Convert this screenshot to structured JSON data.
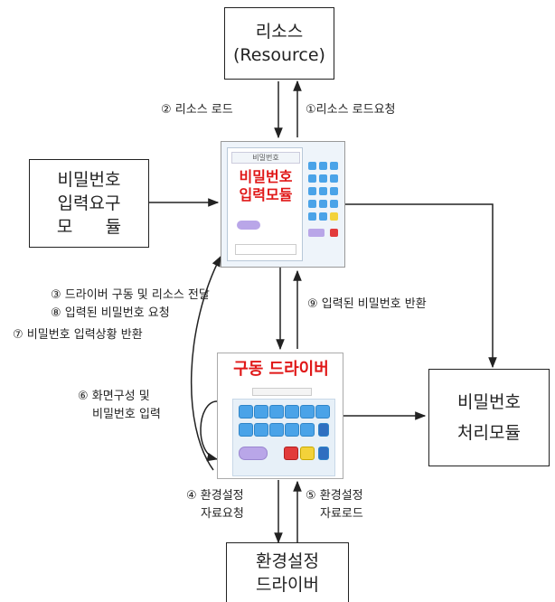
{
  "boxes": {
    "resource": {
      "line1": "리소스",
      "line2": "(Resource)"
    },
    "request_module": {
      "line1": "비밀번호",
      "line2": "입력요구",
      "line3": "모      듈"
    },
    "processing_module": {
      "line1": "비밀번호",
      "line2": "처리모듈"
    },
    "config_driver": {
      "line1": "환경설정",
      "line2": "드라이버"
    }
  },
  "module_screen": {
    "sub_title": "비밀번호",
    "title_line1": "비밀번호",
    "title_line2": "입력모듈"
  },
  "driver_screen": {
    "title": "구동 드라이버"
  },
  "labels": {
    "step1": "①리소스 로드요청",
    "step2": "② 리소스  로드",
    "step3": "③ 드라이버 구동 및 리소스 전달",
    "step4_line1": "④ 환경설정",
    "step4_line2": "자료요청",
    "step5_line1": "⑤ 환경설정",
    "step5_line2": "자료로드",
    "step6_line1": "⑥ 화면구성 및",
    "step6_line2": "비밀번호 입력",
    "step7": "⑦ 비밀번호 입력상황 반환",
    "step8": "⑧ 입력된 비밀번호 요청",
    "step9": "⑨ 입력된 비밀번호 반환"
  }
}
